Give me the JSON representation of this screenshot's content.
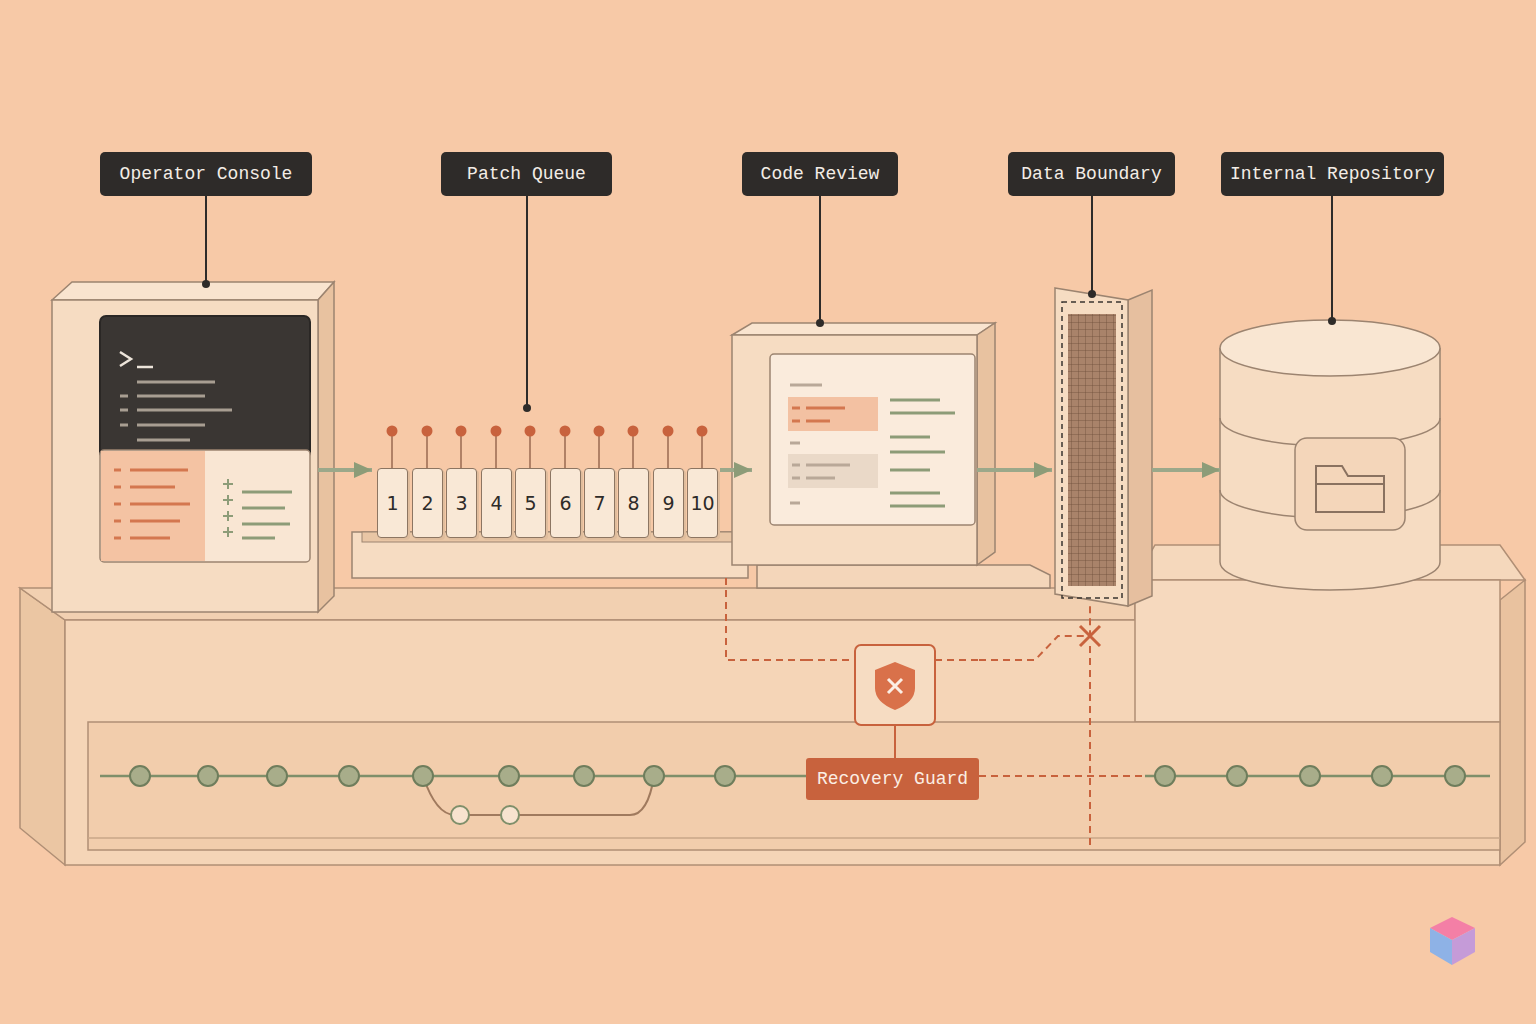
{
  "diagram": {
    "nodes": [
      {
        "text": [
          "Operator Console"
        ]
      },
      {
        "text": [
          "Patch Queue"
        ]
      },
      {
        "text": [
          "1"
        ],
        "in": 1
      },
      {
        "text": [
          "2"
        ],
        "in": 1
      },
      {
        "text": [
          "3"
        ],
        "in": 1
      },
      {
        "text": [
          "4"
        ],
        "in": 1
      },
      {
        "text": [
          "5"
        ],
        "in": 1
      },
      {
        "text": [
          "6"
        ],
        "in": 1
      },
      {
        "text": [
          "7"
        ],
        "in": 1
      },
      {
        "text": [
          "8"
        ],
        "in": 1
      },
      {
        "text": [
          "9"
        ],
        "in": 1
      },
      {
        "text": [
          "10"
        ],
        "in": 1
      },
      {
        "text": [
          "Code Review"
        ]
      },
      {
        "text": [
          "Data Boundary"
        ]
      },
      {
        "text": [
          "Internal Repository"
        ]
      },
      {
        "text": [
          "Recovery Guard"
        ]
      }
    ],
    "edges": [
      {
        "from": 0,
        "to": 1,
        "arrow": "to"
      },
      {
        "from": 1,
        "to": 12,
        "arrow": "to"
      },
      {
        "from": 12,
        "to": 13,
        "arrow": "to"
      },
      {
        "from": 13,
        "to": 14,
        "arrow": "to"
      },
      {
        "from": 1,
        "to": 15,
        "arrow": "none"
      },
      {
        "from": 15,
        "to": 13,
        "arrow": "none"
      }
    ]
  }
}
